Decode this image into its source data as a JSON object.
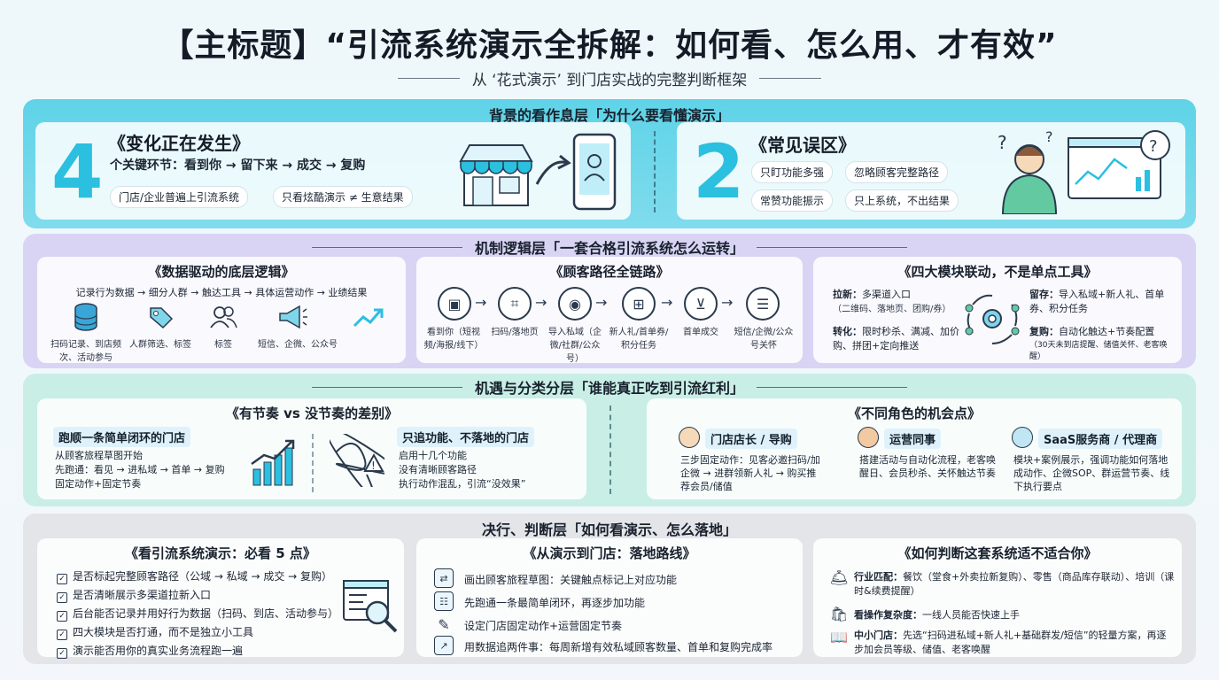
{
  "header": {
    "title": "【主标题】“引流系统演示全拆解：如何看、怎么用、才有效”",
    "subtitle": "从 ‘花式演示’ 到门店实战的完整判断框架"
  },
  "layer1": {
    "title": "背景的看作息层「为什么要看懂演示」",
    "left": {
      "number": "4",
      "title": "《变化正在发生》",
      "subtitle": "个关键环节：看到你 → 留下来 → 成交 → 复购",
      "pills": [
        "门店/企业普遍上引流系统",
        "只看炫酷演示 ≠ 生意结果"
      ]
    },
    "right": {
      "number": "2",
      "title": "《常见误区》",
      "pills": [
        "只盯功能多强",
        "忽略顾客完整路径",
        "常赞功能振示",
        "只上系统，不出结果"
      ]
    }
  },
  "layer2": {
    "title": "机制逻辑层「一套合格引流系统怎么运转」",
    "card1": {
      "title": "《数据驱动的底层逻辑》",
      "flow": "记录行为数据 → 细分人群 → 触达工具 → 具体运营动作 → 业绩结果",
      "items": [
        {
          "icon": "database-icon",
          "label": "扫码记录、到店频次、活动参与"
        },
        {
          "icon": "tag-icon",
          "label": "人群筛选、标签"
        },
        {
          "icon": "people-icon",
          "label": "标签"
        },
        {
          "icon": "megaphone-icon",
          "label": "短信、企微、公众号"
        },
        {
          "icon": "trend-up-icon",
          "label": ""
        }
      ]
    },
    "card2": {
      "title": "《顾客路径全链路》",
      "steps": [
        {
          "icon": "image-icon",
          "label": "看到你（短视频/海报/线下）"
        },
        {
          "icon": "qr-scan-icon",
          "label": "扫码/落地页"
        },
        {
          "icon": "user-icon",
          "label": "导入私域（企微/社群/公众号）"
        },
        {
          "icon": "gift-icon",
          "label": "新人礼/首单券/积分任务"
        },
        {
          "icon": "cart-icon",
          "label": "首单成交"
        },
        {
          "icon": "chat-icon",
          "label": "短信/企微/公众号关怀"
        }
      ]
    },
    "card3": {
      "title": "《四大模块联动，不是单点工具》",
      "modules": [
        {
          "head": "拉新：",
          "text": "多渠道入口",
          "note": "（二维码、落地页、团购/券）"
        },
        {
          "head": "留存：",
          "text": "导入私域+新人礼、首单券、积分任务",
          "note": ""
        },
        {
          "head": "转化：",
          "text": "限时秒杀、满减、加价购、拼团+定向推送",
          "note": ""
        },
        {
          "head": "复购：",
          "text": "自动化触达+节奏配置",
          "note": "（30天未到店提醒、储值关怀、老客唤醒）"
        }
      ]
    }
  },
  "layer3": {
    "title": "机遇与分类分层「谁能真正吃到引流红利」",
    "left": {
      "title": "《有节奏 vs 没节奏的差别》",
      "good_tag": "跑顺一条简单闭环的门店",
      "good_lines": [
        "从顾客旅程草图开始",
        "先跑通：看见 → 进私域 → 首单 → 复购",
        "固定动作+固定节奏"
      ],
      "bad_tag": "只追功能、不落地的门店",
      "bad_lines": [
        "启用十几个功能",
        "没有清晰顾客路径",
        "执行动作混乱，引流“没效果”"
      ]
    },
    "right": {
      "title": "《不同角色的机会点》",
      "roles": [
        {
          "name": "门店店长 / 导购",
          "text": "三步固定动作：见客必邀扫码/加企微 → 进群领新人礼 → 购买推荐会员/储值"
        },
        {
          "name": "运营同事",
          "text": "搭建活动与自动化流程，老客唤醒日、会员秒杀、关怀触达节奏"
        },
        {
          "name": "SaaS服务商 / 代理商",
          "text": "模块+案例展示，强调功能如何落地成动作、企微SOP、群运营节奏、线下执行要点"
        }
      ]
    }
  },
  "layer4": {
    "title": "决行、判断层「如何看演示、怎么落地」",
    "card1": {
      "title": "《看引流系统演示：必看 5 点》",
      "items": [
        "是否标起完整顾客路径（公域 → 私域 → 成交 → 复购）",
        "是否清晰展示多渠道拉新入口",
        "后台能否记录并用好行为数据（扫码、到店、活动参与）",
        "四大模块是否打通，而不是独立小工具",
        "演示能否用你的真实业务流程跑一遍"
      ]
    },
    "card2": {
      "title": "《从演示到门店：落地路线》",
      "items": [
        "画出顾客旅程草图：关键触点标记上对应功能",
        "先跑通一条最简单闭环，再逐步加功能",
        "设定门店固定动作+运营固定节奏",
        "用数据追两件事：每周新增有效私域顾客数量、首单和复购完成率"
      ]
    },
    "card3": {
      "title": "《如何判断这套系统适不适合你》",
      "items": [
        {
          "head": "行业匹配：",
          "text": "餐饮（堂食+外卖拉新复购）、零售（商品库存联动）、培训（课时&续费提醒）"
        },
        {
          "head": "看操作复杂度：",
          "text": "一线人员能否快速上手"
        },
        {
          "head": "中小门店：",
          "text": "先选“扫码进私域+新人礼+基础群发/短信”的轻量方案，再逐步加会员等级、储值、老客唤醒"
        }
      ]
    }
  }
}
